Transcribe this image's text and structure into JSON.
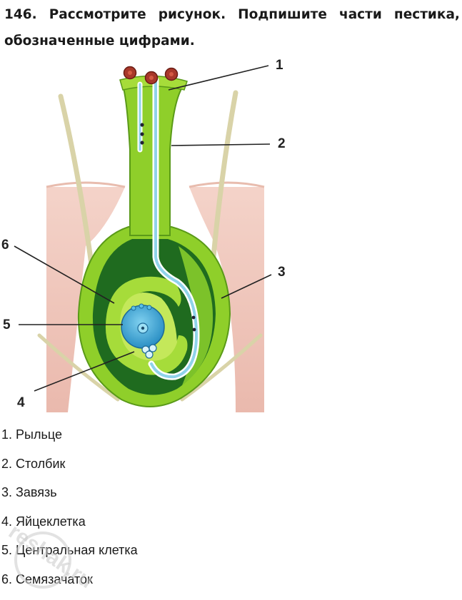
{
  "task": {
    "line1_words": [
      "146.",
      "Рассмотрите",
      "рисунок.",
      "Подпишите",
      "части",
      "пестика,"
    ],
    "line2": "обозначенные цифрами."
  },
  "figure": {
    "callouts": [
      "1",
      "2",
      "3",
      "4",
      "5",
      "6"
    ]
  },
  "answers": [
    "1. Рыльце",
    "2. Столбик",
    "3. Завязь",
    "4. Яйцеклетка",
    "5. Центральная клетка",
    "6. Семязачаток"
  ],
  "watermark": "reshak.ru",
  "colors": {
    "ovary_green": "#8fcf2a",
    "dark_green": "#1f6b1f",
    "cell_blue": "#3fa9d6",
    "petal_pink": "#f1c9bf",
    "pollen": "#a8382a"
  }
}
